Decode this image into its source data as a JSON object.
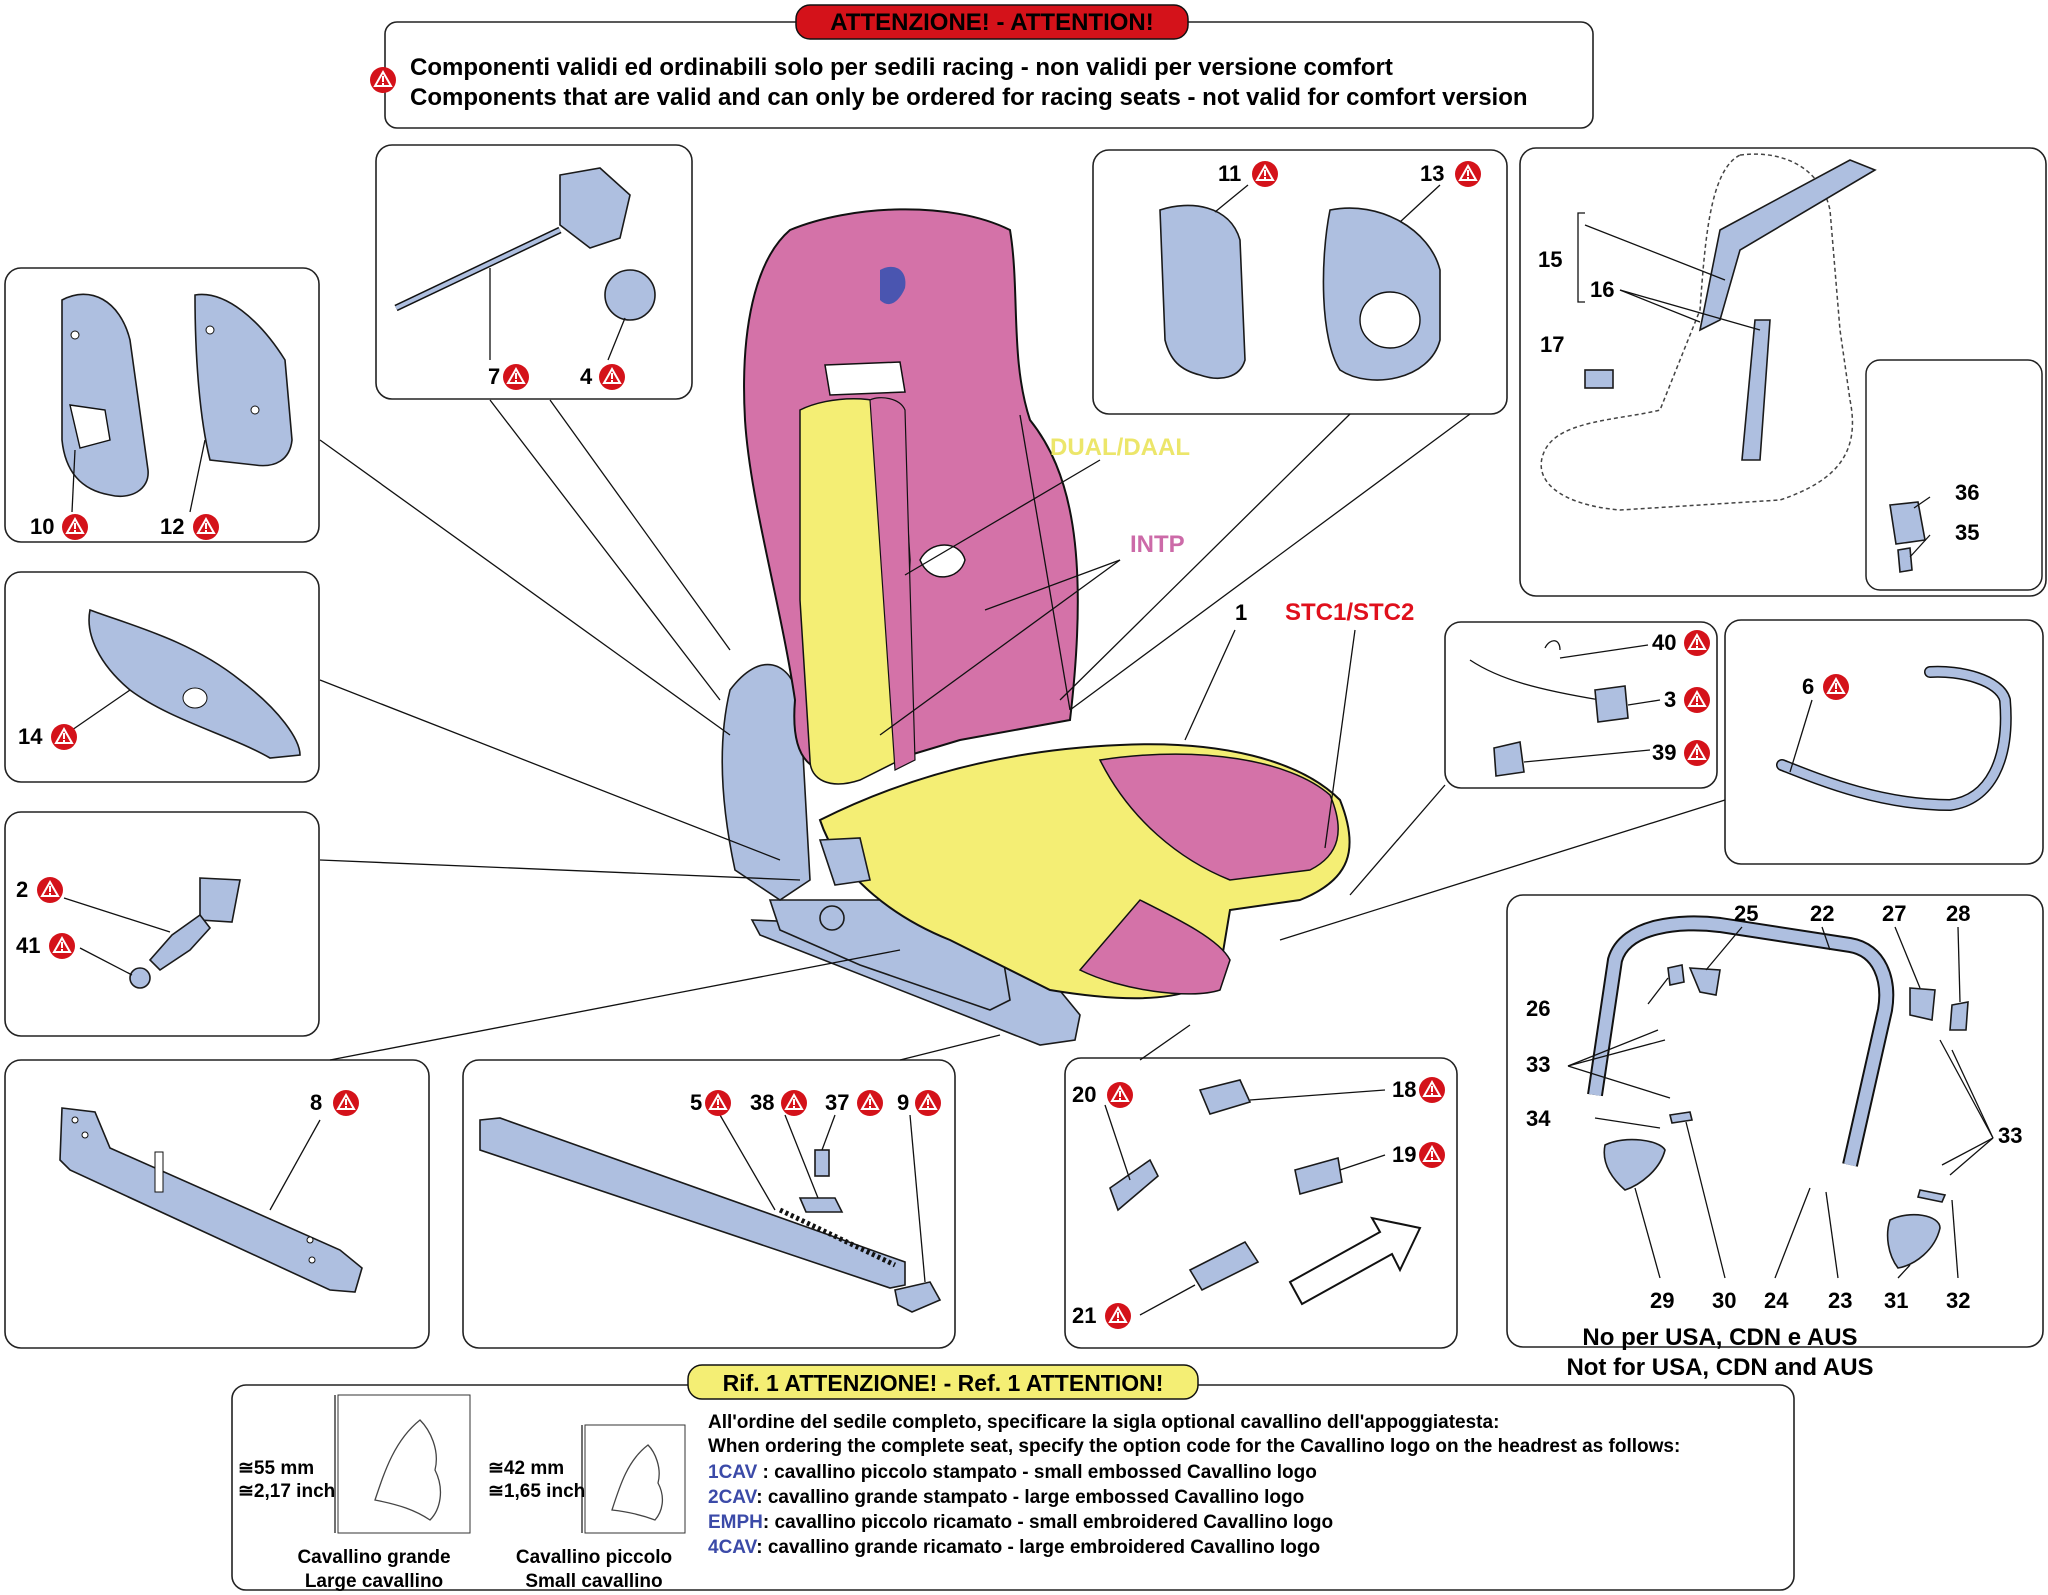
{
  "header": {
    "banner": "ATTENZIONE! - ATTENTION!",
    "line_it": "Componenti validi ed ordinabili solo per sedili  racing - non validi per versione  comfort",
    "line_en": "Components that are valid and can only be ordered for racing  seats - not valid for comfort version"
  },
  "trim_labels": {
    "dual": "DUAL/DAAL",
    "intp": "INTP",
    "stc": "STC1/STC2"
  },
  "parts": {
    "p1": "1",
    "p2": "2",
    "p3": "3",
    "p4": "4",
    "p5": "5",
    "p6": "6",
    "p7": "7",
    "p8": "8",
    "p9": "9",
    "p10": "10",
    "p11": "11",
    "p12": "12",
    "p13": "13",
    "p14": "14",
    "p15": "15",
    "p16": "16",
    "p17": "17",
    "p18": "18",
    "p19": "19",
    "p20": "20",
    "p21": "21",
    "p22": "22",
    "p23": "23",
    "p24": "24",
    "p25": "25",
    "p26": "26",
    "p27": "27",
    "p28": "28",
    "p29": "29",
    "p30": "30",
    "p31": "31",
    "p32": "32",
    "p33": "33",
    "p34": "34",
    "p35": "35",
    "p36": "36",
    "p37": "37",
    "p38": "38",
    "p39": "39",
    "p40": "40",
    "p41": "41"
  },
  "rollbar_note": {
    "it": "No per USA, CDN e AUS",
    "en": "Not for USA, CDN and AUS"
  },
  "ref1": {
    "banner": "Rif. 1 ATTENZIONE! - Ref. 1 ATTENTION!",
    "large_mm": "≅55 mm",
    "large_inch": "≅2,17 inch",
    "small_mm": "≅42 mm",
    "small_inch": "≅1,65 inch",
    "large_caption_it": "Cavallino grande",
    "large_caption_en": "Large cavallino",
    "small_caption_it": "Cavallino piccolo",
    "small_caption_en": "Small cavallino",
    "instr_it": "All'ordine del sedile completo, specificare la sigla optional cavallino dell'appoggiatesta:",
    "instr_en": "When ordering the complete seat, specify the option code for the Cavallino logo on the headrest as follows:",
    "options": [
      {
        "code": "1CAV",
        "text": " : cavallino piccolo stampato - small embossed Cavallino logo"
      },
      {
        "code": "2CAV",
        "text": ": cavallino grande stampato - large embossed Cavallino logo"
      },
      {
        "code": "EMPH",
        "text": ": cavallino piccolo ricamato - small embroidered Cavallino logo"
      },
      {
        "code": "4CAV",
        "text": ": cavallino grande ricamato - large embroidered Cavallino logo"
      }
    ]
  },
  "colors": {
    "part_fill": "#aebfe0",
    "pink": "#d472a8",
    "yellow": "#f4ee74",
    "warning_red": "#d4121a",
    "dual_label": "#ece66a",
    "intp_label": "#cc6aa8",
    "stc_label": "#e0101c",
    "code_blue": "#3b4aa8"
  },
  "icons": {
    "warning": "warning-triangle-icon",
    "arrow": "direction-arrow-icon"
  }
}
